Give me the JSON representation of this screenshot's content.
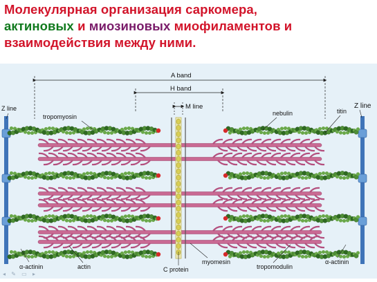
{
  "title": {
    "line1": "Молекулярная организация саркомера,",
    "line2_part1": "актиновых",
    "line2_and": " и ",
    "line2_part2": "миозиновых",
    "line2_part3": " миофиламентов и",
    "line3": "взаимодействия между ними."
  },
  "diagram": {
    "labels": {
      "a_band": "A band",
      "h_band": "H band",
      "m_line": "M line",
      "z_line_left": "Z line",
      "z_line_right": "Z line",
      "tropomyosin": "tropomyosin",
      "nebulin": "nebulin",
      "titin": "titin",
      "alpha_actinin_left": "α-actinin",
      "actin": "actin",
      "c_protein": "C protein",
      "myomesin": "myomesin",
      "tropomodulin": "tropomodulin",
      "alpha_actinin_right": "α-actinin"
    },
    "colors": {
      "actin": "#3a7a2a",
      "myosin": "#c96a93",
      "z_disc": "#3f74b8",
      "m_line": "#d9cf55",
      "background": "#e6f1f8"
    }
  },
  "nav": {
    "glyphs": "◂ ✎ ▭ ▸"
  }
}
